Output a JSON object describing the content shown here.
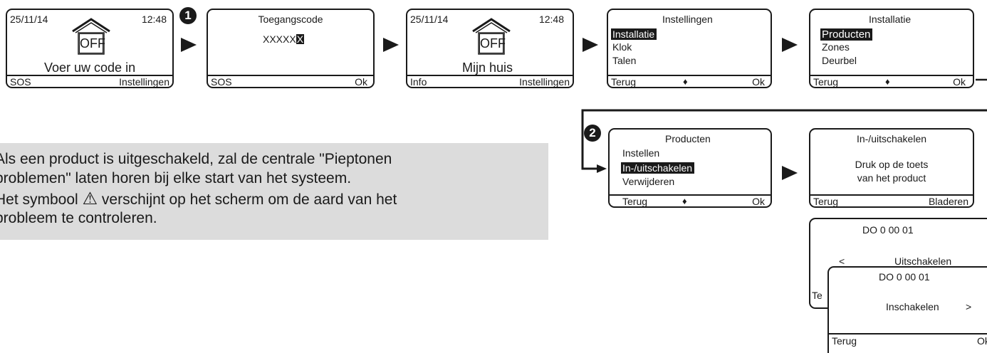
{
  "screens": {
    "s1": {
      "date": "25/11/14",
      "time": "12:48",
      "off": "OFF",
      "message": "Voer uw code in",
      "left": "SOS",
      "right": "Instellingen"
    },
    "s2": {
      "title": "Toegangscode",
      "code": "XXXXX",
      "cursor": "X",
      "left": "SOS",
      "right": "Ok"
    },
    "s3": {
      "date": "25/11/14",
      "time": "12:48",
      "off": "OFF",
      "message": "Mijn huis",
      "left": "Info",
      "right": "Instellingen"
    },
    "s4": {
      "title": "Instellingen",
      "items": [
        "Installatie",
        "Klok",
        "Talen"
      ],
      "left": "Terug",
      "mid": "♦",
      "right": "Ok"
    },
    "s5": {
      "title": "Installatie",
      "items": [
        "Producten",
        "Zones",
        "Deurbel"
      ],
      "left": "Terug",
      "mid": "♦",
      "right": "Ok"
    },
    "s6": {
      "title": "Producten",
      "items": [
        "Instellen",
        "In-/uitschakelen",
        "Verwijderen"
      ],
      "left": "Terug",
      "mid": "♦",
      "right": "Ok"
    },
    "s7": {
      "title": "In-/uitschakelen",
      "line1": "Druk op de toets",
      "line2": "van het product",
      "left": "Terug",
      "right": "Bladeren"
    },
    "s8": {
      "title": "DO 0 00 01",
      "left_arrow": "<",
      "action": "Uitschakelen",
      "left_partial": "Te"
    },
    "s9": {
      "title": "DO 0 00 01",
      "action": "Inschakelen",
      "right_arrow": ">",
      "left": "Terug",
      "right": "Ok"
    }
  },
  "steps": [
    "1",
    "2"
  ],
  "note": {
    "line1": "Als een product is uitgeschakeld, zal de centrale \"Pieptonen",
    "line2": "problemen\" laten horen bij elke start van het systeem.",
    "line3a": "Het symbool",
    "warn": "⚠",
    "line3b": "verschijnt op het scherm om de aard van het",
    "line4": "probleem te controleren."
  }
}
